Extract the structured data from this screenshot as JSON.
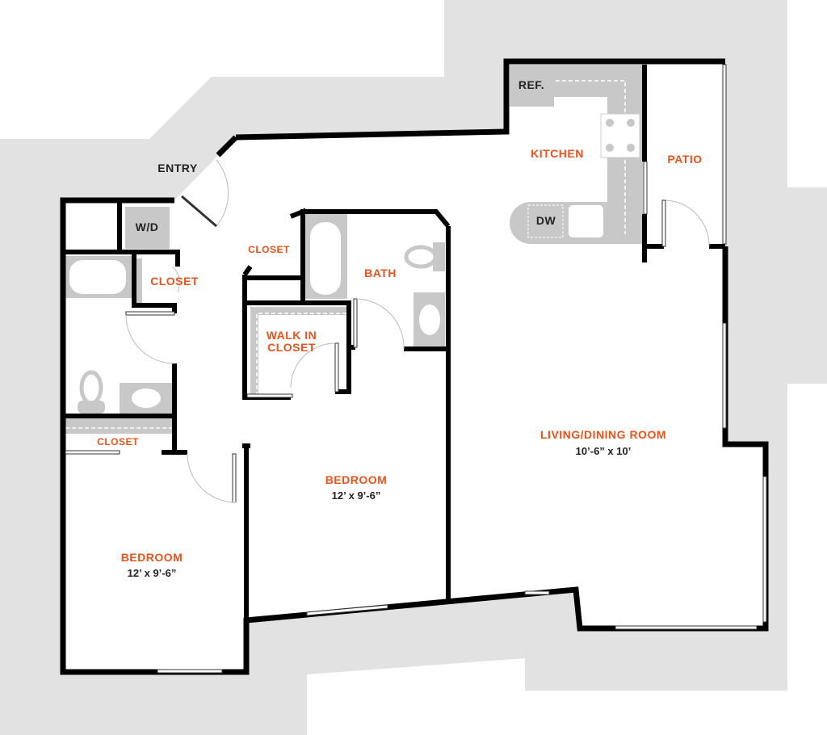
{
  "rooms": {
    "entry": "ENTRY",
    "wd": "W/D",
    "closet_hall": "CLOSET",
    "closet_bath": "CLOSET",
    "closet_bedroom1": "CLOSET",
    "walk_in_closet_line1": "WALK IN",
    "walk_in_closet_line2": "CLOSET",
    "bath": "BATH",
    "kitchen": "KITCHEN",
    "ref": "REF.",
    "dw": "DW",
    "patio": "PATIO",
    "living": {
      "name": "LIVING/DINING ROOM",
      "size": "10’-6” x 10’"
    },
    "bedroom_center": {
      "name": "BEDROOM",
      "size": "12’ x 9’-6”"
    },
    "bedroom_left": {
      "name": "BEDROOM",
      "size": "12’ x 9’-6”"
    }
  },
  "colors": {
    "label": "#e8541c",
    "wall": "#000000",
    "fixture": "#c8c8c8",
    "exterior": "#e2e2e2"
  }
}
